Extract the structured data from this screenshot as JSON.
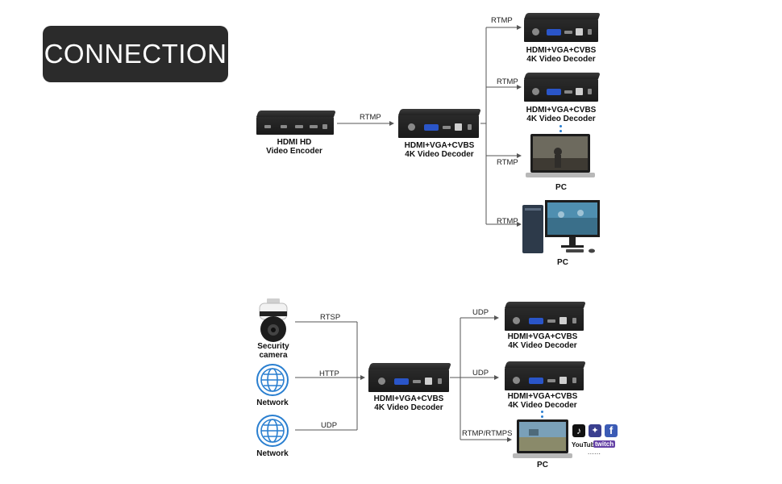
{
  "badge": {
    "text": "CONNECTION"
  },
  "top": {
    "encoder_label": [
      "HDMI HD",
      "Video Encoder"
    ],
    "link_label": "RTMP",
    "decoder_label": [
      "HDMI+VGA+CVBS",
      "4K Video Decoder"
    ],
    "branches": [
      {
        "protocol": "RTMP",
        "target": [
          "HDMI+VGA+CVBS",
          "4K Video Decoder"
        ]
      },
      {
        "protocol": "RTMP",
        "target": [
          "HDMI+VGA+CVBS",
          "4K Video Decoder"
        ]
      },
      {
        "protocol": "RTMP",
        "target": [
          "PC"
        ]
      },
      {
        "protocol": "RTMP",
        "target": [
          "PC"
        ]
      }
    ]
  },
  "bottom": {
    "sources": [
      {
        "protocol": "RTSP",
        "label": [
          "Security",
          "camera"
        ]
      },
      {
        "protocol": "HTTP",
        "label": [
          "Network"
        ]
      },
      {
        "protocol": "UDP",
        "label": [
          "Network"
        ]
      }
    ],
    "decoder_label": [
      "HDMI+VGA+CVBS",
      "4K Video Decoder"
    ],
    "branches": [
      {
        "protocol": "UDP",
        "target": [
          "HDMI+VGA+CVBS",
          "4K Video Decoder"
        ]
      },
      {
        "protocol": "UDP",
        "target": [
          "HDMI+VGA+CVBS",
          "4K Video Decoder"
        ]
      },
      {
        "protocol": "RTMP/RTMPS",
        "target": [
          "PC"
        ]
      }
    ],
    "platforms": {
      "youtube": "YouTube",
      "twitch": "twitch",
      "more": "......"
    }
  },
  "colors": {
    "badge_bg": "#2b2b2b",
    "vga_port": "#2a55c8",
    "globe": "#2a7fd0",
    "line": "#555555"
  }
}
